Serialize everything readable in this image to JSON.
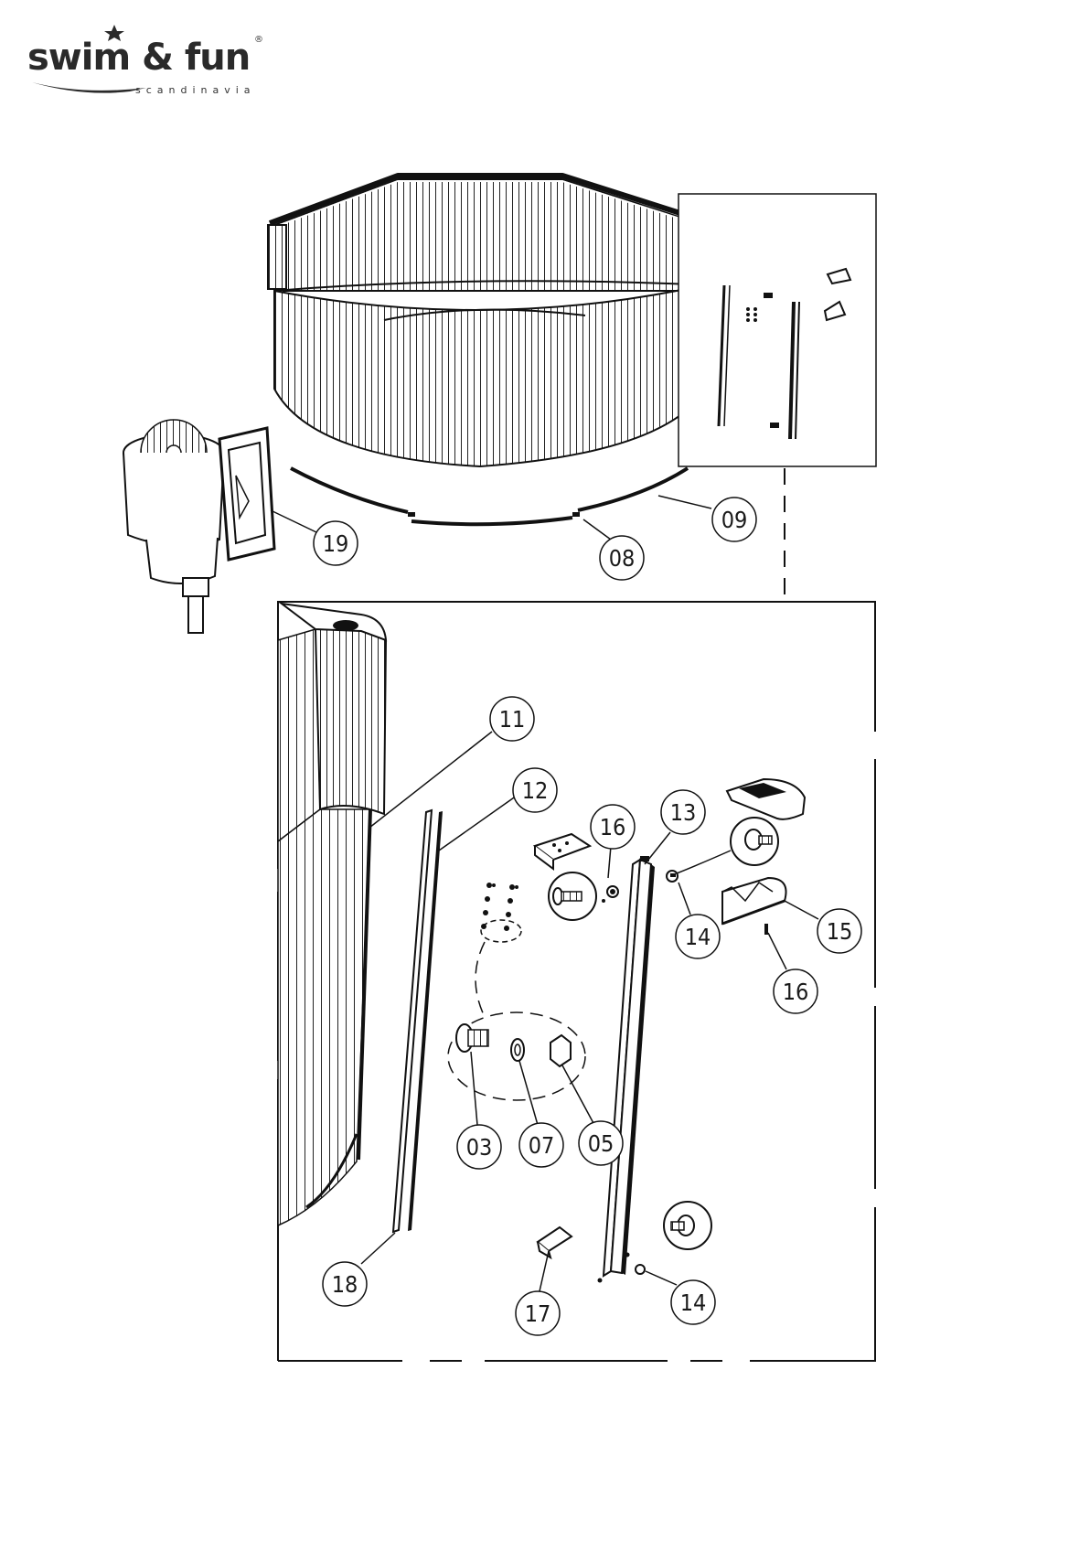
{
  "brand": {
    "name": "swim & fun",
    "registered": "®",
    "subtitle": "scandinavia"
  },
  "callouts": [
    {
      "id": "c19",
      "label": "19"
    },
    {
      "id": "c08",
      "label": "08"
    },
    {
      "id": "c09",
      "label": "09"
    },
    {
      "id": "c11",
      "label": "11"
    },
    {
      "id": "c12",
      "label": "12"
    },
    {
      "id": "c16a",
      "label": "16"
    },
    {
      "id": "c13",
      "label": "13"
    },
    {
      "id": "c14a",
      "label": "14"
    },
    {
      "id": "c15",
      "label": "15"
    },
    {
      "id": "c16b",
      "label": "16"
    },
    {
      "id": "c03",
      "label": "03"
    },
    {
      "id": "c07",
      "label": "07"
    },
    {
      "id": "c05",
      "label": "05"
    },
    {
      "id": "c18",
      "label": "18"
    },
    {
      "id": "c17",
      "label": "17"
    },
    {
      "id": "c14b",
      "label": "14"
    }
  ]
}
